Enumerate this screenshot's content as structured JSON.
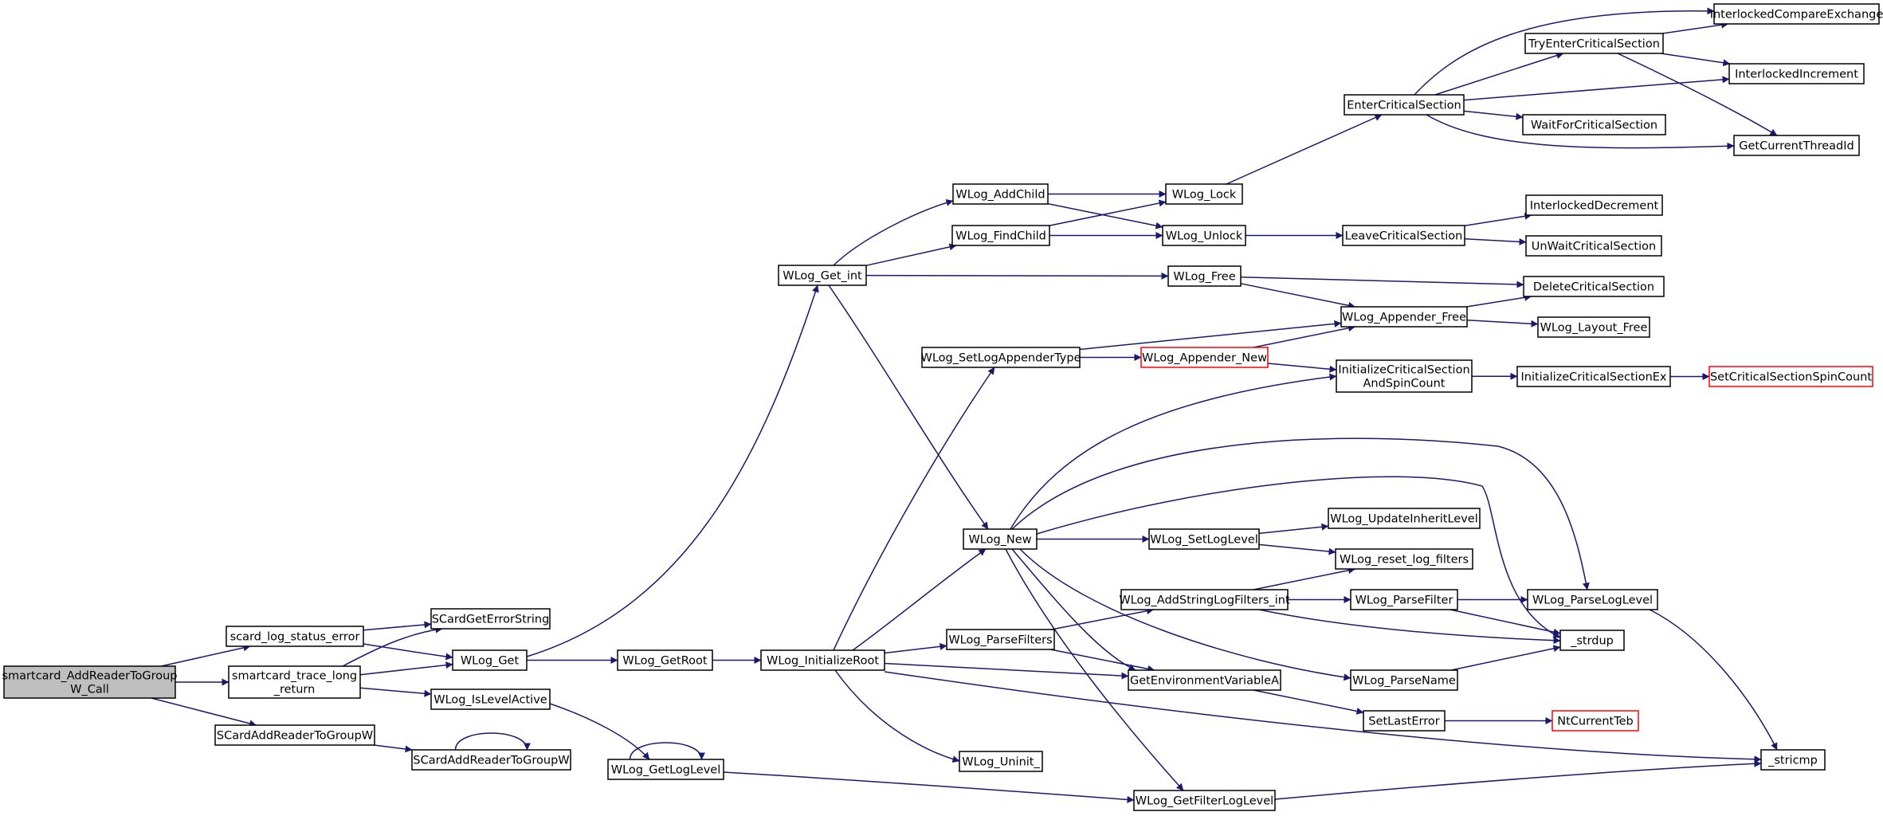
{
  "diagram": {
    "type": "call-graph",
    "colors": {
      "edge": "#191970",
      "node_border": "#000000",
      "node_border_truncated": "#ff0000",
      "node_fill": "#ffffff",
      "root_fill": "#bfbfbf"
    },
    "nodes": {
      "smartcard_call": {
        "lines": [
          "smartcard_AddReaderToGroup",
          "W_Call"
        ],
        "style": "root"
      },
      "scard_log_status_error": {
        "lines": [
          "scard_log_status_error"
        ]
      },
      "smartcard_trace_long_return": {
        "lines": [
          "smartcard_trace_long",
          "_return"
        ]
      },
      "SCardAddReaderToGroupW_a": {
        "lines": [
          "SCardAddReaderToGroupW"
        ]
      },
      "SCardGetErrorString": {
        "lines": [
          "SCardGetErrorString"
        ]
      },
      "WLog_Get": {
        "lines": [
          "WLog_Get"
        ]
      },
      "WLog_IsLevelActive": {
        "lines": [
          "WLog_IsLevelActive"
        ]
      },
      "SCardAddReaderToGroupW_b": {
        "lines": [
          "SCardAddReaderToGroupW"
        ]
      },
      "WLog_GetRoot": {
        "lines": [
          "WLog_GetRoot"
        ]
      },
      "WLog_GetLogLevel": {
        "lines": [
          "WLog_GetLogLevel"
        ]
      },
      "WLog_InitializeRoot": {
        "lines": [
          "WLog_InitializeRoot"
        ]
      },
      "WLog_Get_int": {
        "lines": [
          "WLog_Get_int"
        ]
      },
      "WLog_AddChild": {
        "lines": [
          "WLog_AddChild"
        ]
      },
      "WLog_FindChild": {
        "lines": [
          "WLog_FindChild"
        ]
      },
      "WLog_SetLogAppenderType": {
        "lines": [
          "WLog_SetLogAppenderType"
        ]
      },
      "WLog_New": {
        "lines": [
          "WLog_New"
        ]
      },
      "WLog_ParseFilters": {
        "lines": [
          "WLog_ParseFilters"
        ]
      },
      "WLog_Uninit_": {
        "lines": [
          "WLog_Uninit_"
        ]
      },
      "WLog_Lock": {
        "lines": [
          "WLog_Lock"
        ]
      },
      "WLog_Unlock": {
        "lines": [
          "WLog_Unlock"
        ]
      },
      "WLog_Free": {
        "lines": [
          "WLog_Free"
        ]
      },
      "WLog_Appender_New": {
        "lines": [
          "WLog_Appender_New"
        ],
        "style": "red"
      },
      "WLog_SetLogLevel": {
        "lines": [
          "WLog_SetLogLevel"
        ]
      },
      "WLog_AddStringLogFilters_int": {
        "lines": [
          "WLog_AddStringLogFilters_int"
        ]
      },
      "GetEnvironmentVariableA": {
        "lines": [
          "GetEnvironmentVariableA"
        ]
      },
      "WLog_GetFilterLogLevel": {
        "lines": [
          "WLog_GetFilterLogLevel"
        ]
      },
      "EnterCriticalSection": {
        "lines": [
          "EnterCriticalSection"
        ]
      },
      "LeaveCriticalSection": {
        "lines": [
          "LeaveCriticalSection"
        ]
      },
      "WLog_Appender_Free": {
        "lines": [
          "WLog_Appender_Free"
        ]
      },
      "InitializeCriticalSectionAndSpinCount": {
        "lines": [
          "InitializeCriticalSection",
          "AndSpinCount"
        ]
      },
      "WLog_UpdateInheritLevel": {
        "lines": [
          "WLog_UpdateInheritLevel"
        ]
      },
      "WLog_reset_log_filters": {
        "lines": [
          "WLog_reset_log_filters"
        ]
      },
      "WLog_ParseFilter": {
        "lines": [
          "WLog_ParseFilter"
        ]
      },
      "WLog_ParseName": {
        "lines": [
          "WLog_ParseName"
        ]
      },
      "SetLastError": {
        "lines": [
          "SetLastError"
        ]
      },
      "TryEnterCriticalSection": {
        "lines": [
          "TryEnterCriticalSection"
        ]
      },
      "WaitForCriticalSection": {
        "lines": [
          "WaitForCriticalSection"
        ]
      },
      "InterlockedDecrement": {
        "lines": [
          "InterlockedDecrement"
        ]
      },
      "UnWaitCriticalSection": {
        "lines": [
          "UnWaitCriticalSection"
        ]
      },
      "DeleteCriticalSection": {
        "lines": [
          "DeleteCriticalSection"
        ]
      },
      "WLog_Layout_Free": {
        "lines": [
          "WLog_Layout_Free"
        ]
      },
      "InitializeCriticalSectionEx": {
        "lines": [
          "InitializeCriticalSectionEx"
        ]
      },
      "WLog_ParseLogLevel": {
        "lines": [
          "WLog_ParseLogLevel"
        ]
      },
      "_strdup": {
        "lines": [
          "_strdup"
        ]
      },
      "NtCurrentTeb": {
        "lines": [
          "NtCurrentTeb"
        ],
        "style": "red"
      },
      "_stricmp": {
        "lines": [
          "_stricmp"
        ]
      },
      "InterlockedCompareExchange": {
        "lines": [
          "InterlockedCompareExchange"
        ]
      },
      "InterlockedIncrement": {
        "lines": [
          "InterlockedIncrement"
        ]
      },
      "GetCurrentThreadId": {
        "lines": [
          "GetCurrentThreadId"
        ]
      },
      "SetCriticalSectionSpinCount": {
        "lines": [
          "SetCriticalSectionSpinCount"
        ],
        "style": "red"
      }
    },
    "edges": [
      [
        "smartcard_call",
        "scard_log_status_error"
      ],
      [
        "smartcard_call",
        "smartcard_trace_long_return"
      ],
      [
        "smartcard_call",
        "SCardAddReaderToGroupW_a"
      ],
      [
        "scard_log_status_error",
        "SCardGetErrorString"
      ],
      [
        "scard_log_status_error",
        "WLog_Get"
      ],
      [
        "smartcard_trace_long_return",
        "SCardGetErrorString"
      ],
      [
        "smartcard_trace_long_return",
        "WLog_Get"
      ],
      [
        "smartcard_trace_long_return",
        "WLog_IsLevelActive"
      ],
      [
        "SCardAddReaderToGroupW_a",
        "SCardAddReaderToGroupW_b"
      ],
      [
        "SCardAddReaderToGroupW_b",
        "SCardAddReaderToGroupW_b"
      ],
      [
        "WLog_Get",
        "WLog_GetRoot"
      ],
      [
        "WLog_Get",
        "WLog_Get_int"
      ],
      [
        "WLog_IsLevelActive",
        "WLog_GetLogLevel"
      ],
      [
        "WLog_GetLogLevel",
        "WLog_GetLogLevel"
      ],
      [
        "WLog_GetLogLevel",
        "WLog_GetFilterLogLevel"
      ],
      [
        "WLog_GetRoot",
        "WLog_InitializeRoot"
      ],
      [
        "WLog_InitializeRoot",
        "WLog_SetLogAppenderType"
      ],
      [
        "WLog_InitializeRoot",
        "WLog_New"
      ],
      [
        "WLog_InitializeRoot",
        "WLog_ParseFilters"
      ],
      [
        "WLog_InitializeRoot",
        "GetEnvironmentVariableA"
      ],
      [
        "WLog_InitializeRoot",
        "WLog_Uninit_"
      ],
      [
        "WLog_InitializeRoot",
        "_stricmp"
      ],
      [
        "WLog_Get_int",
        "WLog_AddChild"
      ],
      [
        "WLog_Get_int",
        "WLog_FindChild"
      ],
      [
        "WLog_Get_int",
        "WLog_Free"
      ],
      [
        "WLog_Get_int",
        "WLog_New"
      ],
      [
        "WLog_AddChild",
        "WLog_Lock"
      ],
      [
        "WLog_AddChild",
        "WLog_Unlock"
      ],
      [
        "WLog_FindChild",
        "WLog_Lock"
      ],
      [
        "WLog_FindChild",
        "WLog_Unlock"
      ],
      [
        "WLog_Lock",
        "EnterCriticalSection"
      ],
      [
        "WLog_Unlock",
        "LeaveCriticalSection"
      ],
      [
        "WLog_Free",
        "WLog_Appender_Free"
      ],
      [
        "WLog_Free",
        "DeleteCriticalSection"
      ],
      [
        "WLog_SetLogAppenderType",
        "WLog_Appender_Free"
      ],
      [
        "WLog_SetLogAppenderType",
        "WLog_Appender_New"
      ],
      [
        "WLog_Appender_New",
        "WLog_Appender_Free"
      ],
      [
        "WLog_Appender_New",
        "InitializeCriticalSectionAndSpinCount"
      ],
      [
        "WLog_Appender_Free",
        "DeleteCriticalSection"
      ],
      [
        "WLog_Appender_Free",
        "WLog_Layout_Free"
      ],
      [
        "InitializeCriticalSectionAndSpinCount",
        "InitializeCriticalSectionEx"
      ],
      [
        "InitializeCriticalSectionEx",
        "SetCriticalSectionSpinCount"
      ],
      [
        "EnterCriticalSection",
        "TryEnterCriticalSection"
      ],
      [
        "EnterCriticalSection",
        "InterlockedCompareExchange"
      ],
      [
        "EnterCriticalSection",
        "InterlockedIncrement"
      ],
      [
        "EnterCriticalSection",
        "WaitForCriticalSection"
      ],
      [
        "EnterCriticalSection",
        "GetCurrentThreadId"
      ],
      [
        "TryEnterCriticalSection",
        "InterlockedCompareExchange"
      ],
      [
        "TryEnterCriticalSection",
        "InterlockedIncrement"
      ],
      [
        "TryEnterCriticalSection",
        "GetCurrentThreadId"
      ],
      [
        "LeaveCriticalSection",
        "InterlockedDecrement"
      ],
      [
        "LeaveCriticalSection",
        "UnWaitCriticalSection"
      ],
      [
        "WLog_New",
        "InitializeCriticalSectionAndSpinCount"
      ],
      [
        "WLog_New",
        "WLog_ParseLogLevel"
      ],
      [
        "WLog_New",
        "_strdup"
      ],
      [
        "WLog_New",
        "WLog_SetLogLevel"
      ],
      [
        "WLog_New",
        "WLog_ParseName"
      ],
      [
        "WLog_New",
        "GetEnvironmentVariableA"
      ],
      [
        "WLog_New",
        "WLog_GetFilterLogLevel"
      ],
      [
        "WLog_SetLogLevel",
        "WLog_UpdateInheritLevel"
      ],
      [
        "WLog_SetLogLevel",
        "WLog_reset_log_filters"
      ],
      [
        "WLog_ParseFilters",
        "WLog_AddStringLogFilters_int"
      ],
      [
        "WLog_ParseFilters",
        "GetEnvironmentVariableA"
      ],
      [
        "WLog_AddStringLogFilters_int",
        "WLog_reset_log_filters"
      ],
      [
        "WLog_AddStringLogFilters_int",
        "WLog_ParseFilter"
      ],
      [
        "WLog_AddStringLogFilters_int",
        "_strdup"
      ],
      [
        "WLog_ParseFilter",
        "WLog_ParseLogLevel"
      ],
      [
        "WLog_ParseFilter",
        "_strdup"
      ],
      [
        "WLog_ParseName",
        "_strdup"
      ],
      [
        "GetEnvironmentVariableA",
        "SetLastError"
      ],
      [
        "SetLastError",
        "NtCurrentTeb"
      ],
      [
        "WLog_ParseLogLevel",
        "_stricmp"
      ],
      [
        "WLog_GetFilterLogLevel",
        "_stricmp"
      ]
    ]
  }
}
